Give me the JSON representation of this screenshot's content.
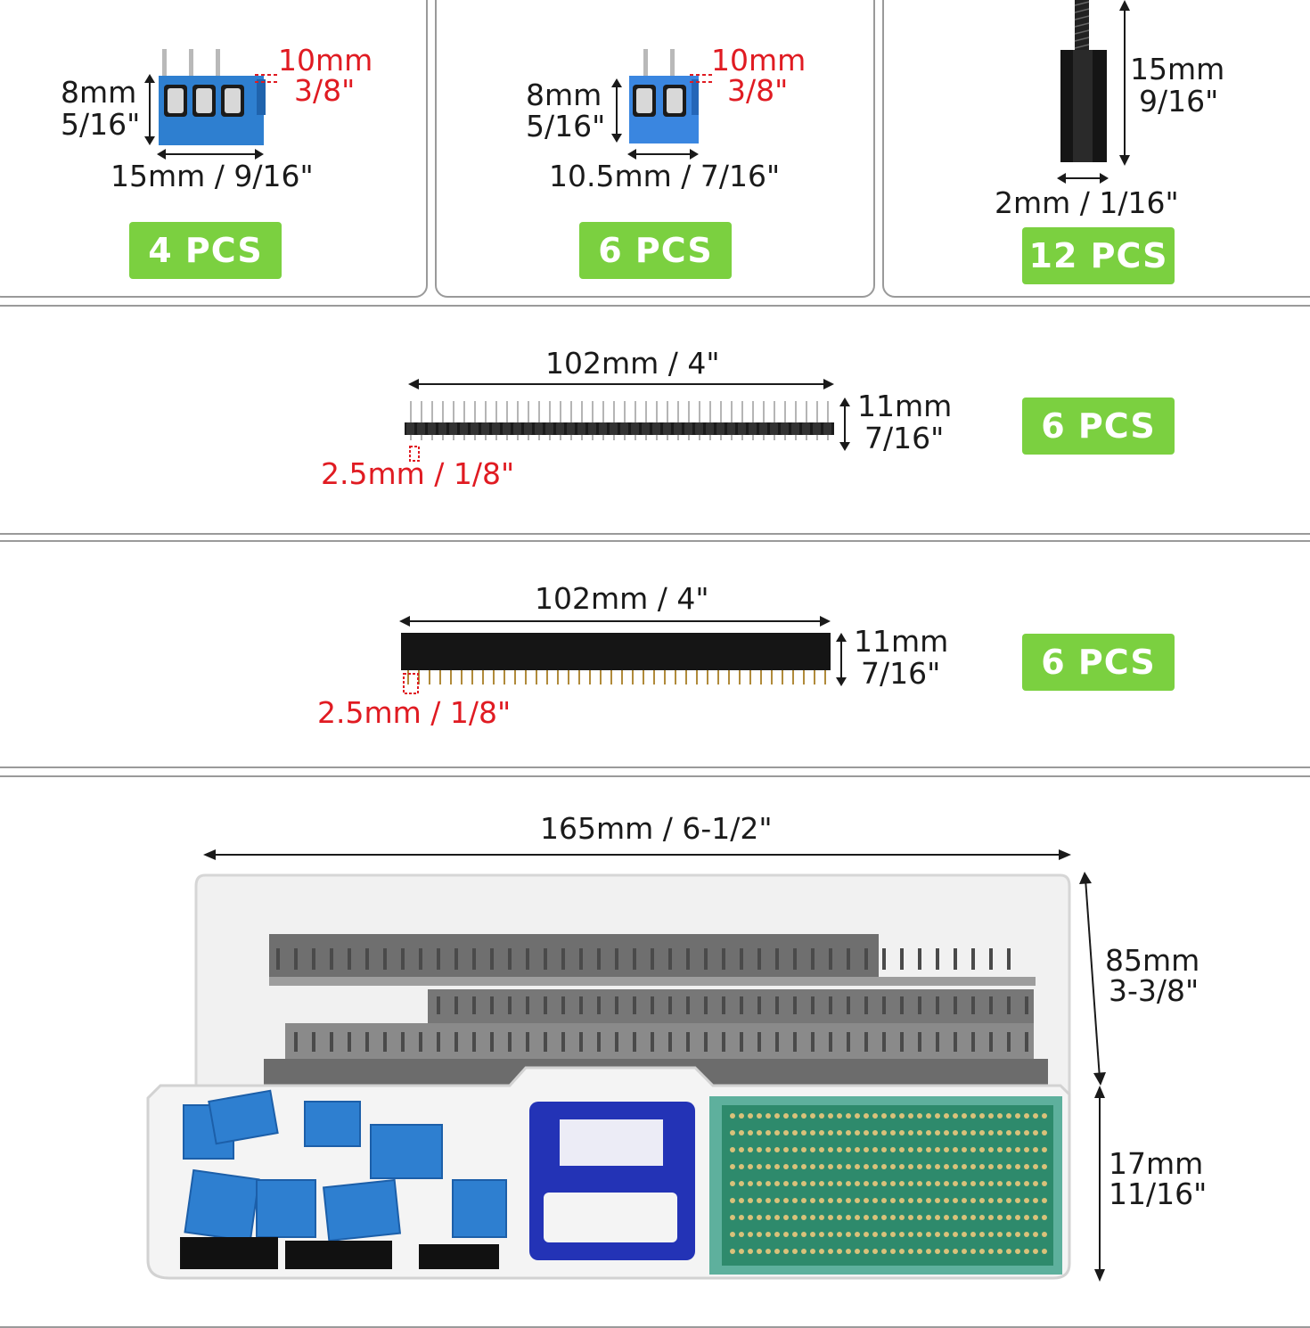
{
  "terminal_3pin": {
    "h_mm": "8mm",
    "h_in": "5/16\"",
    "pitch_mm": "10mm",
    "pitch_in": "3/8\"",
    "width": "15mm / 9/16\"",
    "qty": "4 PCS"
  },
  "terminal_2pin": {
    "h_mm": "8mm",
    "h_in": "5/16\"",
    "pitch_mm": "10mm",
    "pitch_in": "3/8\"",
    "width": "10.5mm / 7/16\"",
    "qty": "6 PCS"
  },
  "standoff": {
    "len_mm": "15mm",
    "len_in": "9/16\"",
    "dia": "2mm / 1/16\"",
    "qty": "12 PCS"
  },
  "male_header": {
    "length": "102mm / 4\"",
    "h_mm": "11mm",
    "h_in": "7/16\"",
    "pitch": "2.5mm / 1/8\"",
    "qty": "6 PCS"
  },
  "female_header": {
    "length": "102mm / 4\"",
    "h_mm": "11mm",
    "h_in": "7/16\"",
    "pitch": "2.5mm / 1/8\"",
    "qty": "6 PCS"
  },
  "storage_box": {
    "length": "165mm / 6-1/2\"",
    "width_mm": "85mm",
    "width_in": "3-3/8\"",
    "height_mm": "17mm",
    "height_in": "11/16\""
  },
  "colors": {
    "badge": "#7bd040",
    "accent_red": "#e01b22",
    "terminal_blue": "#2e7fd0"
  }
}
